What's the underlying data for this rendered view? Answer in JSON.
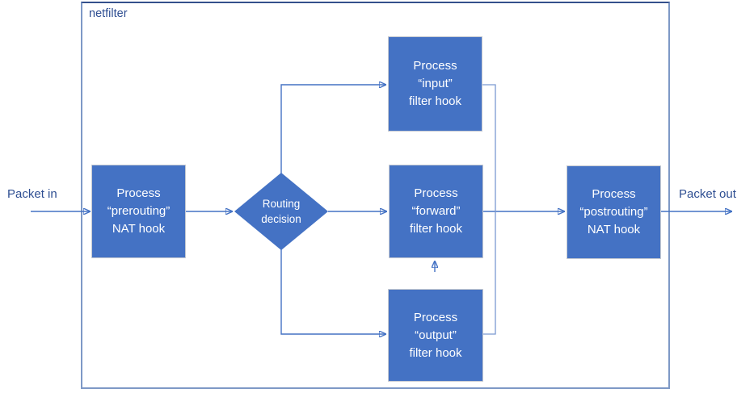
{
  "container": {
    "label": "netfilter"
  },
  "external_labels": {
    "packet_in": "Packet in",
    "packet_out": "Packet out"
  },
  "nodes": {
    "prerouting": {
      "line1": "Process",
      "line2": "“prerouting”",
      "line3": "NAT hook"
    },
    "routing_decision": {
      "line1": "Routing",
      "line2": "decision"
    },
    "input": {
      "line1": "Process",
      "line2": "“input”",
      "line3": "filter hook"
    },
    "forward": {
      "line1": "Process",
      "line2": "“forward”",
      "line3": "filter hook"
    },
    "output": {
      "line1": "Process",
      "line2": "“output”",
      "line3": "filter hook"
    },
    "postrouting": {
      "line1": "Process",
      "line2": "“postrouting”",
      "line3": "NAT hook"
    }
  },
  "colors": {
    "node_fill": "#4472C4",
    "node_text": "#FFFFFF",
    "connector": "#4472C4",
    "loop_connector": "#7B99D1",
    "container_border": "#7E99C6",
    "label_text": "#2E4E92"
  }
}
